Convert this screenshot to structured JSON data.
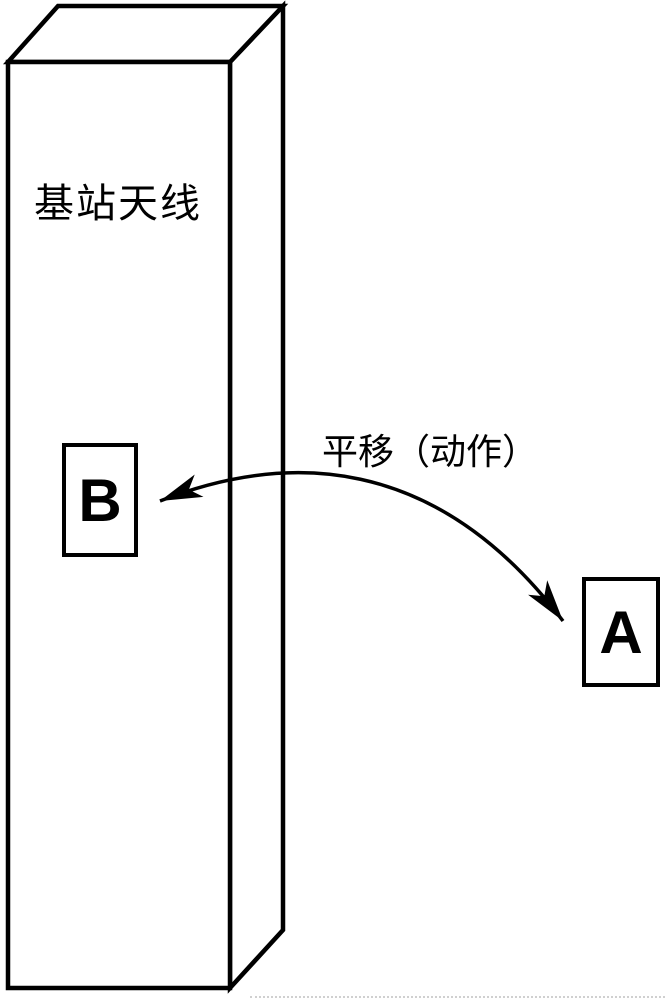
{
  "figure": {
    "background_color": "#ffffff",
    "line_color": "#000000",
    "tower": {
      "label": "基站天线"
    },
    "arrow": {
      "label": "平移（动作）",
      "style": "double-headed curved arrow between box B and box A"
    },
    "boxes": {
      "b_label": "B",
      "a_label": "A"
    }
  }
}
